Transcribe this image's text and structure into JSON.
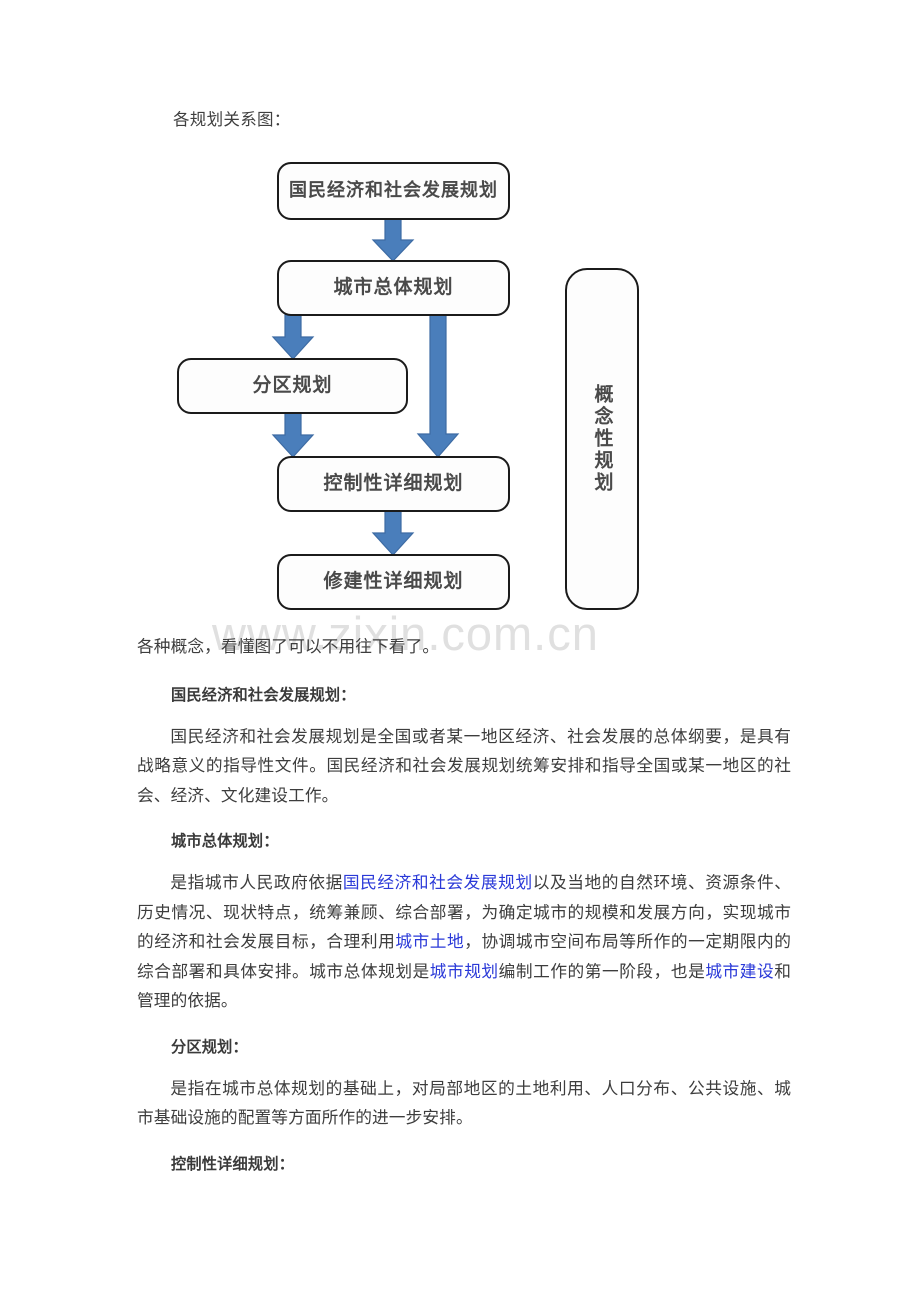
{
  "document": {
    "intro_line": "各规划关系图："
  },
  "diagram": {
    "title": "各规划关系图",
    "nodes": [
      {
        "id": "national",
        "label": "国民经济和社会发展规划"
      },
      {
        "id": "master",
        "label": "城市总体规划"
      },
      {
        "id": "district",
        "label": "分区规划"
      },
      {
        "id": "regulatory",
        "label": "控制性详细规划"
      },
      {
        "id": "construction",
        "label": "修建性详细规划"
      },
      {
        "id": "conceptual",
        "label": "概念性规划"
      }
    ],
    "edges": [
      {
        "from": "national",
        "to": "master"
      },
      {
        "from": "master",
        "to": "district"
      },
      {
        "from": "master",
        "to": "regulatory"
      },
      {
        "from": "district",
        "to": "regulatory"
      },
      {
        "from": "regulatory",
        "to": "construction"
      }
    ],
    "colors": {
      "arrow_fill": "#4a7ebb",
      "arrow_stroke": "#3d6ba3",
      "node_border": "#1b1b1b",
      "node_fill": "#fdfdfd",
      "node_text": "#4a4a4a"
    }
  },
  "watermark": {
    "text": "www.zixin.com.cn",
    "color": "#e0e0e0"
  },
  "sections": {
    "summary_note": "各种概念，看懂图了可以不用往下看了。",
    "national": {
      "heading": "国民经济和社会发展规划：",
      "body": "国民经济和社会发展规划是全国或者某一地区经济、社会发展的总体纲要，是具有战略意义的指导性文件。国民经济和社会发展规划统筹安排和指导全国或某一地区的社会、经济、文化建设工作。"
    },
    "master": {
      "heading": "城市总体规划：",
      "body_part1": "是指城市人民政府依据",
      "link1": "国民经济和社会发展规划",
      "body_part2": "以及当地的自然环境、资源条件、历史情况、现状特点，统筹兼顾、综合部署，为确定城市的规模和发展方向，实现城市的经济和社会发展目标，合理利用",
      "link2": "城市土地",
      "body_part3": "，协调城市空间布局等所作的一定期限内的综合部署和具体安排。城市总体规划是",
      "link3": "城市规划",
      "body_part4": "编制工作的第一阶段，也是",
      "link4": "城市建设",
      "body_part5": "和管理的依据。"
    },
    "district": {
      "heading": "分区规划：",
      "body": "是指在城市总体规划的基础上，对局部地区的土地利用、人口分布、公共设施、城市基础设施的配置等方面所作的进一步安排。"
    },
    "regulatory": {
      "heading": "控制性详细规划："
    }
  },
  "link_color": "#2a39d8"
}
